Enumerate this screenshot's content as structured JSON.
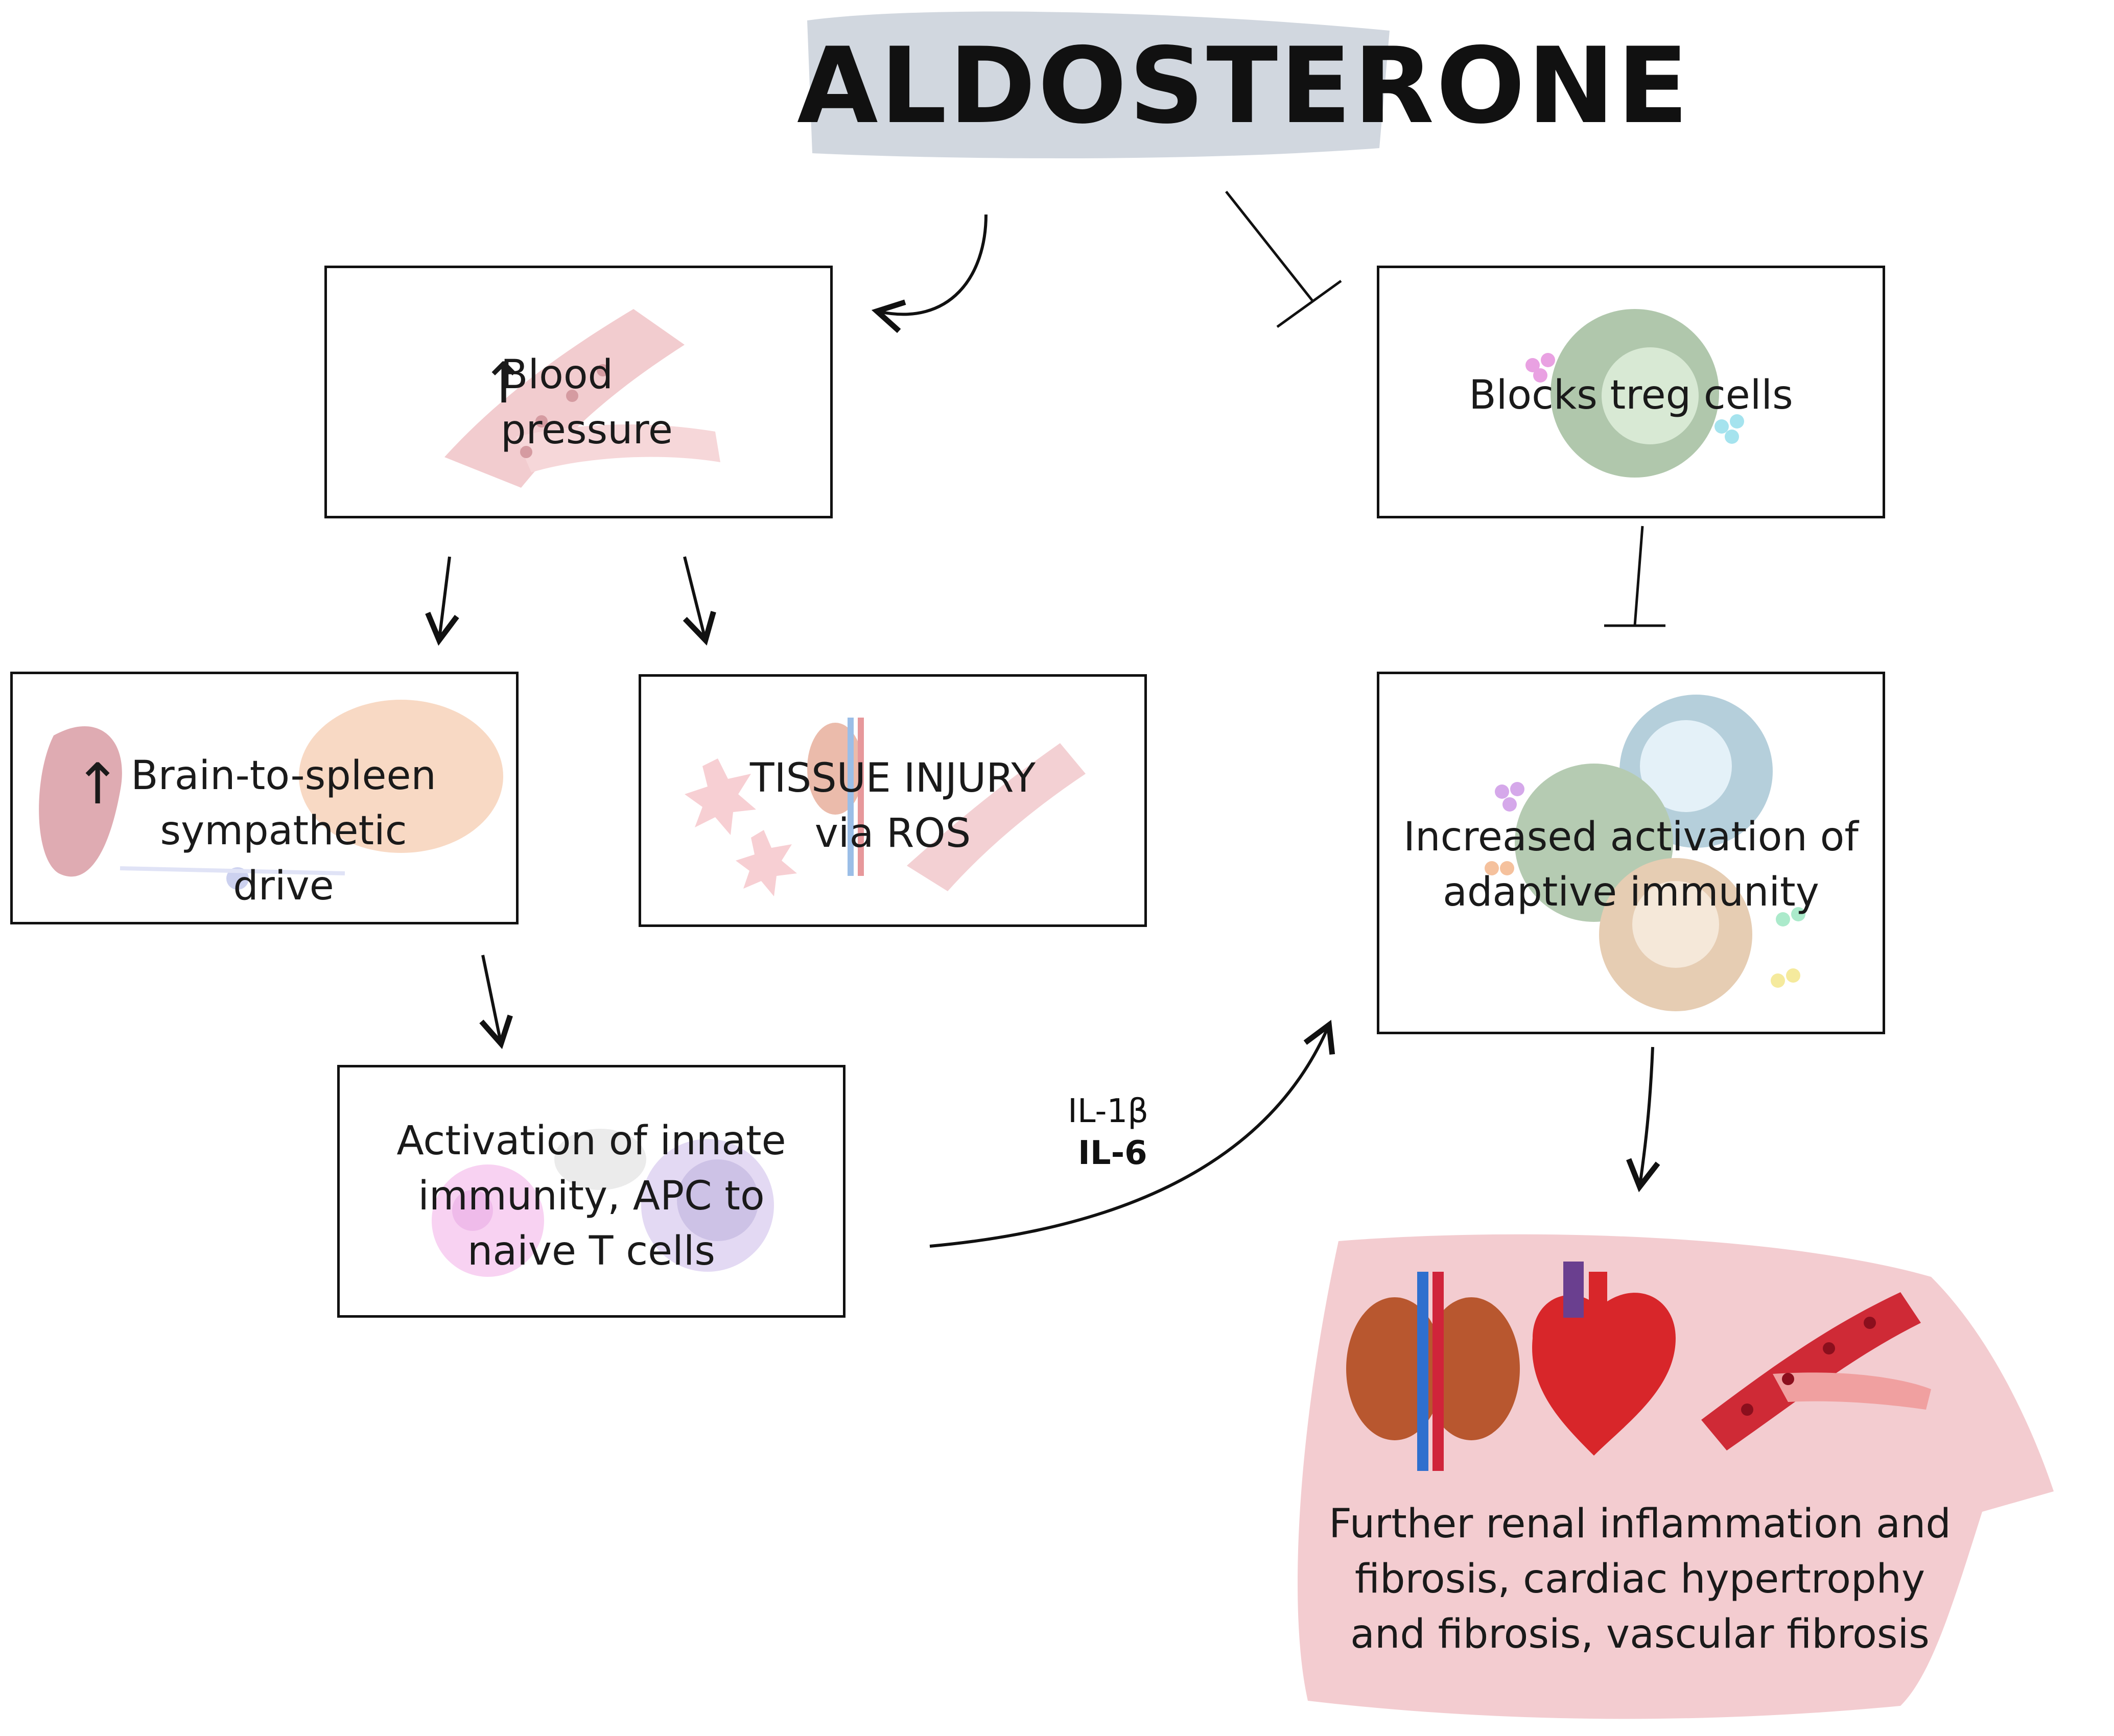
{
  "title": "ALDOSTERONE",
  "boxes": {
    "blood_pressure": [
      "Blood",
      "pressure"
    ],
    "treg": "Blocks treg cells",
    "sympathetic": [
      "Brain-to-spleen",
      "sympathetic drive"
    ],
    "tissue_injury": [
      "TISSUE INJURY",
      "via ROS"
    ],
    "adaptive": [
      "Increased activation of",
      "adaptive immunity"
    ],
    "innate": [
      "Activation of innate",
      "immunity, APC to",
      "naive T cells"
    ]
  },
  "cytokines": [
    "IL-1β",
    "IL-6"
  ],
  "outcome": [
    "Further renal inflammation and",
    "fibrosis, cardiac hypertrophy",
    "and fibrosis, vascular fibrosis"
  ],
  "icons": [
    "blood-vessel-icon",
    "treg-cell-icon",
    "brain-icon",
    "spleen-icon",
    "neuron-icon",
    "ros-burst-icon",
    "kidney-icon",
    "immune-cells-icon",
    "apc-cell-icon",
    "heart-icon",
    "up-arrow-icon"
  ],
  "colors": {
    "title_brush": "#c9d0d9",
    "outcome_patch": "#f2c7cb",
    "vessel": "#e8a3a8",
    "treg_cell": "#8fb08a",
    "adaptive_blue": "#8fb6c9",
    "adaptive_tan": "#d9b38c"
  }
}
